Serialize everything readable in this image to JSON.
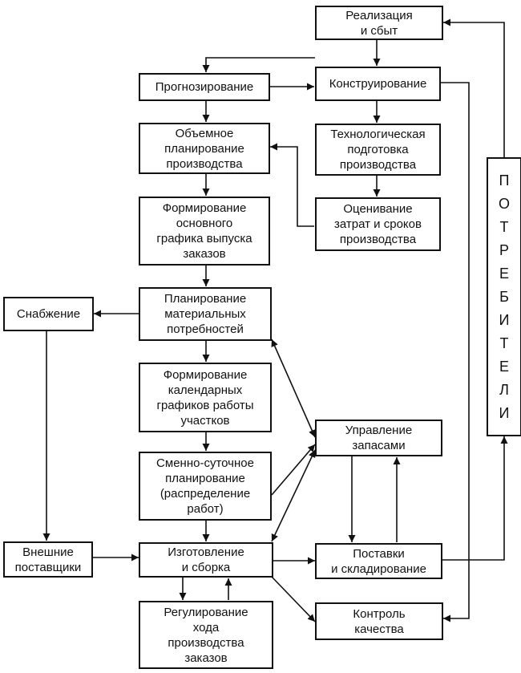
{
  "boxes": {
    "realization": "Реализация\nи сбыт",
    "forecasting": "Прогнозирование",
    "design": "Конструирование",
    "volume_planning": "Объемное\nпланирование\nпроизводства",
    "tech_preparation": "Технологическая\nподготовка\nпроизводства",
    "master_schedule": "Формирование\nосновного\nграфика выпуска\nзаказов",
    "cost_estimation": "Оценивание\nзатрат и сроков\nпроизводства",
    "supply": "Снабжение",
    "material_planning": "Планирование\nматериальных\nпотребностей",
    "shop_schedules": "Формирование\nкалендарных\nграфиков работы\nучастков",
    "inventory_management": "Управление\nзапасами",
    "shift_planning": "Сменно-суточное\nпланирование\n(распределение\nработ)",
    "external_suppliers": "Внешние\nпоставщики",
    "manufacturing": "Изготовление\nи сборка",
    "delivery_storage": "Поставки\nи складирование",
    "order_regulation": "Регулирование\nхода\nпроизводства\nзаказов",
    "quality_control": "Контроль\nкачества"
  },
  "consumers_letters": [
    "П",
    "О",
    "Т",
    "Р",
    "Е",
    "Б",
    "И",
    "Т",
    "Е",
    "Л",
    "И"
  ]
}
